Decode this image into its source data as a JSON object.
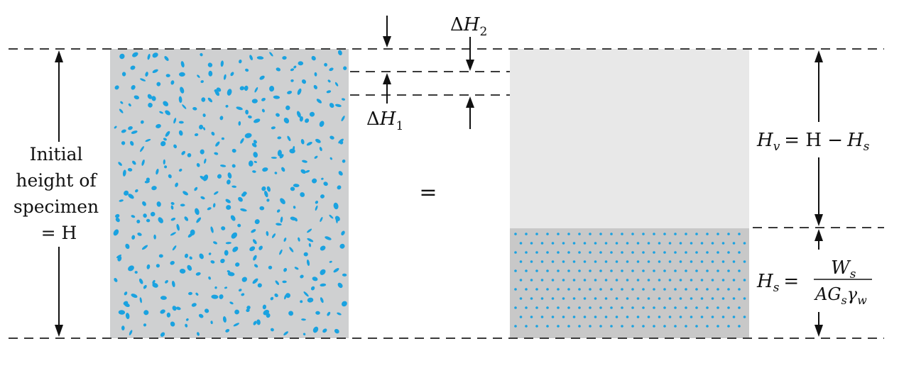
{
  "labels": {
    "initial_height": [
      "Initial",
      "height of",
      "specimen",
      "= H"
    ],
    "delta_h2": {
      "delta": "Δ",
      "var": "H",
      "sub": "2"
    },
    "delta_h1": {
      "delta": "Δ",
      "var": "H",
      "sub": "1"
    },
    "equals": "=",
    "hv": {
      "lhs": "H",
      "lhs_sub": "v",
      "rhs_a": "= H −",
      "rhs_b": "H",
      "rhs_b_sub": "s"
    },
    "hs": {
      "lhs": "H",
      "lhs_sub": "s",
      "eq": "=",
      "num": "W",
      "num_sub": "s",
      "den_a": "AG",
      "den_a_sub": "s",
      "den_b": "γ",
      "den_b_sub": "w"
    }
  },
  "colors": {
    "specimen_fill": "#cfd0d1",
    "grain_color": "#1aa2e0",
    "void_fill": "#e8e8e8",
    "solids_fill": "#c8c8c8",
    "dot_color": "#1aa2e0",
    "line_color": "#3a3a3a"
  },
  "parts": {
    "specimen": "soil-specimen",
    "void_block": "void-phase",
    "solids_block": "solid-phase"
  }
}
